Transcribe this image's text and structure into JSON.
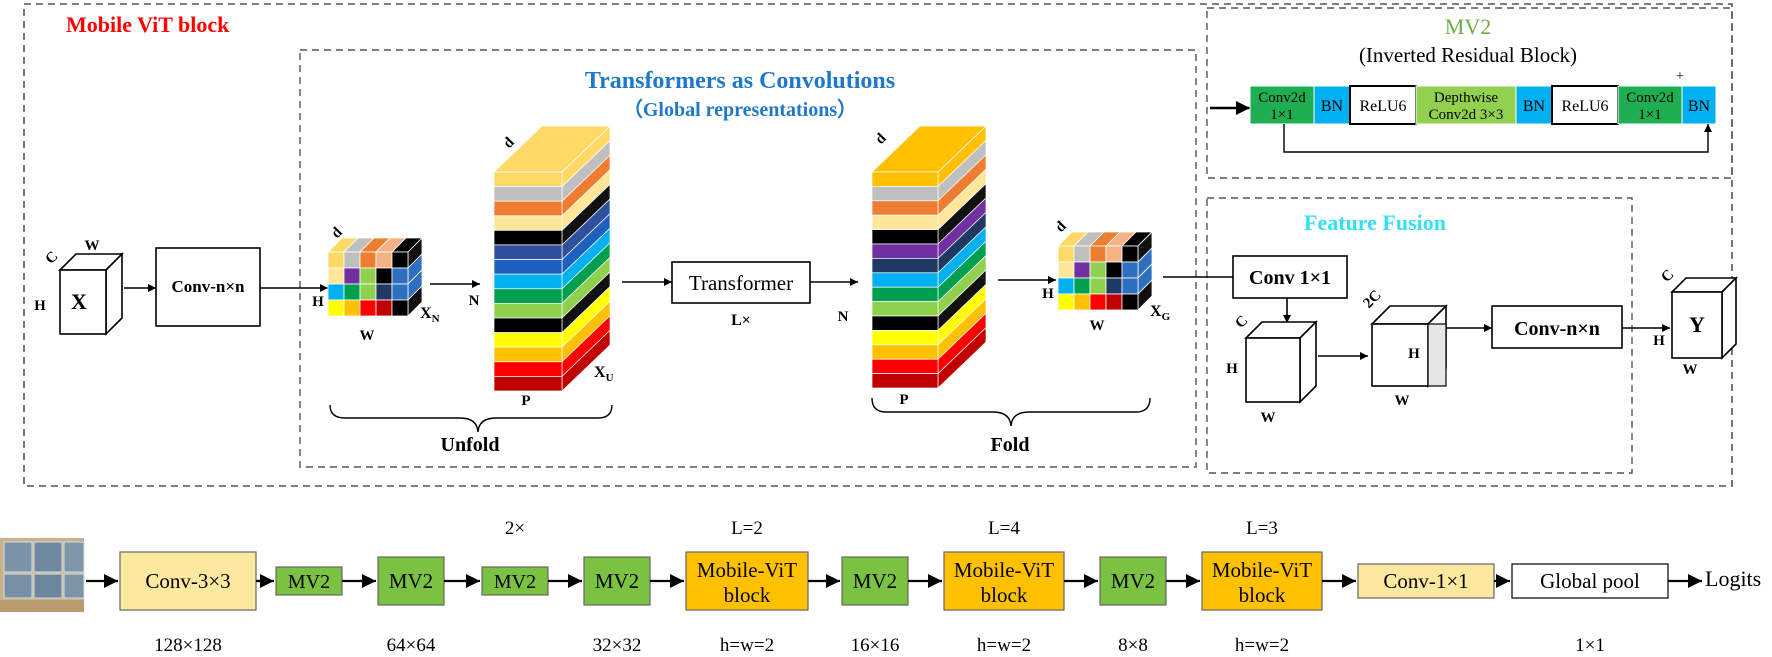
{
  "mvit": {
    "title": "Mobile ViT block",
    "title_color": "#ff0000",
    "tac_title": "Transformers as Convolutions",
    "tac_subtitle": "（Global representations）",
    "tac_color": "#1f78c8",
    "x_label": "X",
    "convnxn_label": "Conv-n×n",
    "transformer_label": "Transformer",
    "transformer_repeat": "L×",
    "unfold_label": "Unfold",
    "fold_label": "Fold",
    "dims": {
      "c": "C",
      "w": "W",
      "h": "H",
      "d": "d",
      "n": "N",
      "p": "P"
    },
    "xn_main": "X",
    "xn_sub": "N",
    "xu_main": "X",
    "xu_sub": "U",
    "xg_main": "X",
    "xg_sub": "G"
  },
  "mv2_panel": {
    "title": "MV2",
    "title_color": "#70ad47",
    "subtitle": "(Inverted Residual Block)",
    "plus": "+",
    "cells": [
      {
        "line1": "Conv2d",
        "line2": "1×1",
        "kind": "green"
      },
      {
        "line1": "BN",
        "line2": "",
        "kind": "blue"
      },
      {
        "line1": "ReLU6",
        "line2": "",
        "kind": "white"
      },
      {
        "line1": "Depthwise",
        "line2": "Conv2d 3×3",
        "kind": "lightgreen"
      },
      {
        "line1": "BN",
        "line2": "",
        "kind": "blue"
      },
      {
        "line1": "ReLU6",
        "line2": "",
        "kind": "white"
      },
      {
        "line1": "Conv2d",
        "line2": "1×1",
        "kind": "green"
      },
      {
        "line1": "BN",
        "line2": "",
        "kind": "blue"
      }
    ]
  },
  "fusion": {
    "title": "Feature Fusion",
    "title_color": "#33e0f0",
    "conv1_label": "Conv 1×1",
    "convnxn_label": "Conv-n×n",
    "c2_label": "2C",
    "y_label": "Y"
  },
  "pipeline": {
    "stages": [
      {
        "label": "Conv-3×3",
        "top": "",
        "bottom": "128×128",
        "kind": "conv"
      },
      {
        "label": "MV2",
        "top": "",
        "bottom": "",
        "kind": "mv2small"
      },
      {
        "label": "MV2",
        "top": "",
        "bottom": "64×64",
        "kind": "mv2"
      },
      {
        "label": "MV2",
        "top": "2×",
        "bottom": "",
        "kind": "mv2small"
      },
      {
        "label": "MV2",
        "top": "",
        "bottom": "32×32",
        "kind": "mv2"
      },
      {
        "label": "Mobile-ViT block",
        "top": "L=2",
        "bottom": "h=w=2",
        "kind": "mvit"
      },
      {
        "label": "MV2",
        "top": "",
        "bottom": "16×16",
        "kind": "mv2"
      },
      {
        "label": "Mobile-ViT block",
        "top": "L=4",
        "bottom": "h=w=2",
        "kind": "mvit"
      },
      {
        "label": "MV2",
        "top": "",
        "bottom": "8×8",
        "kind": "mv2"
      },
      {
        "label": "Mobile-ViT block",
        "top": "L=3",
        "bottom": "h=w=2",
        "kind": "mvit"
      },
      {
        "label": "Conv-1×1",
        "top": "",
        "bottom": "",
        "kind": "conv"
      },
      {
        "label": "Global pool",
        "top": "",
        "bottom": "1×1",
        "kind": "pool"
      }
    ],
    "output_label": "Logits",
    "colors": {
      "conv": "#fde8a0",
      "mv2": "#7cc242",
      "mvit": "#ffc000",
      "pool": "#ffffff"
    }
  },
  "colors": {
    "green": "#1fae50",
    "lightgreen": "#92d050",
    "blue": "#00b0f0",
    "stack": [
      "#ffd966",
      "#bfbfbf",
      "#ed7d31",
      "#ffe699",
      "#000000",
      "#2f4f9f",
      "#1f5fbf",
      "#00b0f0",
      "#00a050",
      "#8fd14f",
      "#000000",
      "#ffff00",
      "#ffc000",
      "#ff0000",
      "#c00000"
    ],
    "stack_fold": [
      "#ffc000",
      "#bfbfbf",
      "#ed7d31",
      "#ffe699",
      "#000000",
      "#7030a0",
      "#1f3864",
      "#00b0f0",
      "#00a050",
      "#8fd14f",
      "#000000",
      "#ffff00",
      "#ffc000",
      "#ff0000",
      "#c00000"
    ]
  }
}
